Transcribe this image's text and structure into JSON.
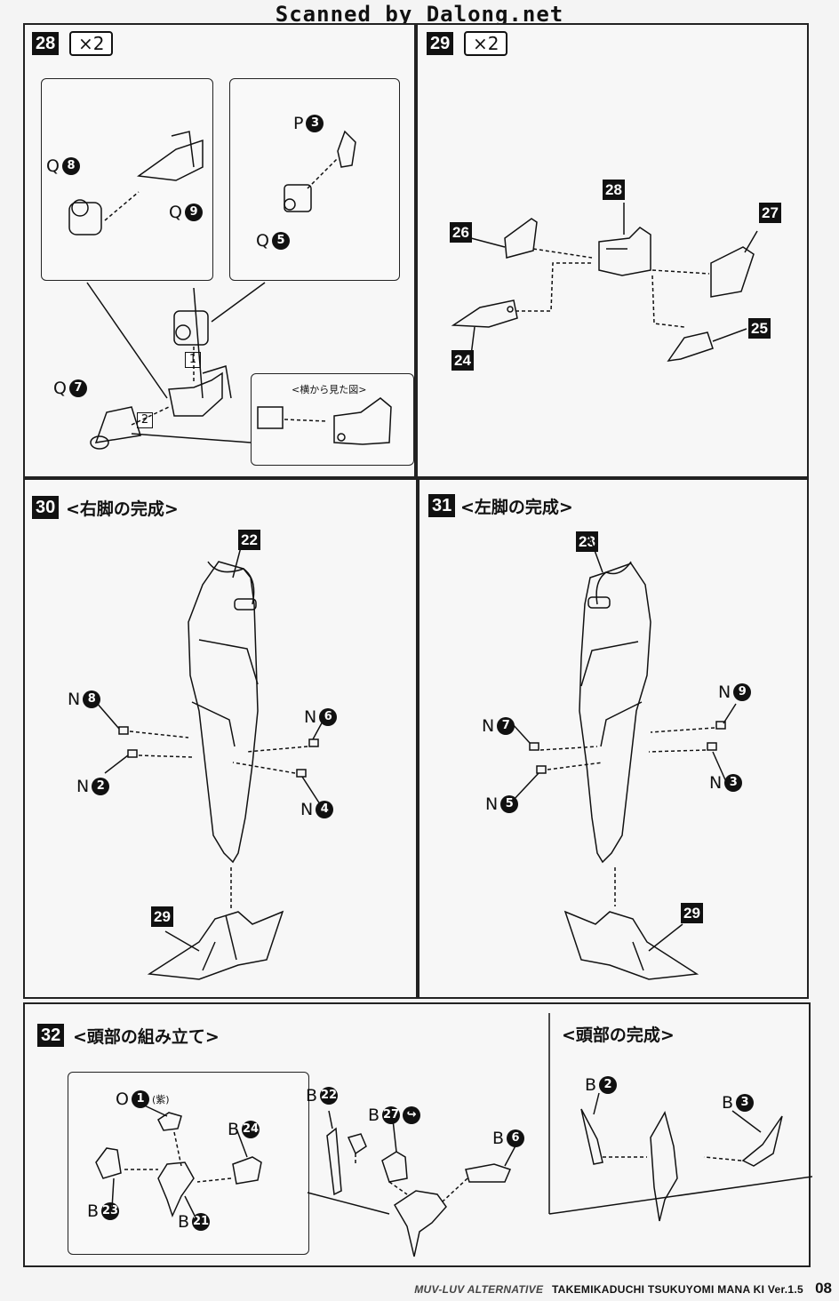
{
  "watermark": "Scanned by Dalong.net",
  "step28": {
    "number": "28",
    "multiplier": "×2",
    "labels": {
      "q8": {
        "letter": "Q",
        "num": "8"
      },
      "q9": {
        "letter": "Q",
        "num": "9"
      },
      "p3": {
        "letter": "P",
        "num": "3"
      },
      "q5": {
        "letter": "Q",
        "num": "5"
      },
      "q7": {
        "letter": "Q",
        "num": "7"
      }
    },
    "seq1": "1",
    "seq2": "2",
    "side_view_title": "<横から見た図>"
  },
  "step29": {
    "number": "29",
    "multiplier": "×2",
    "parts": {
      "p28": "28",
      "p27": "27",
      "p26": "26",
      "p24": "24",
      "p25": "25"
    }
  },
  "step30": {
    "number": "30",
    "title": "<右脚の完成>",
    "part_top": "22",
    "part_bottom": "29",
    "labels": {
      "n8": {
        "letter": "N",
        "num": "8"
      },
      "n6": {
        "letter": "N",
        "num": "6"
      },
      "n2": {
        "letter": "N",
        "num": "2"
      },
      "n4": {
        "letter": "N",
        "num": "4"
      }
    }
  },
  "step31": {
    "number": "31",
    "title": "<左脚の完成>",
    "part_top": "23",
    "part_bottom": "29",
    "labels": {
      "n9": {
        "letter": "N",
        "num": "9"
      },
      "n7": {
        "letter": "N",
        "num": "7"
      },
      "n3": {
        "letter": "N",
        "num": "3"
      },
      "n5": {
        "letter": "N",
        "num": "5"
      }
    }
  },
  "step32": {
    "number": "32",
    "title": "<頭部の組み立て>",
    "labels": {
      "o1": {
        "letter": "O",
        "num": "1",
        "note": "(紫)"
      },
      "b24": {
        "letter": "B",
        "num": "24"
      },
      "b23": {
        "letter": "B",
        "num": "23"
      },
      "b21": {
        "letter": "B",
        "num": "21"
      },
      "b22": {
        "letter": "B",
        "num": "22"
      },
      "b27": {
        "letter": "B",
        "num": "27"
      },
      "b6": {
        "letter": "B",
        "num": "6"
      }
    }
  },
  "head_complete": {
    "title": "<頭部の完成>",
    "labels": {
      "b2": {
        "letter": "B",
        "num": "2"
      },
      "b3": {
        "letter": "B",
        "num": "3"
      }
    }
  },
  "footer": {
    "series": "MUV-LUV ALTERNATIVE",
    "product": "TAKEMIKADUCHI TSUKUYOMI MANA KI Ver.1.5",
    "page": "08"
  }
}
